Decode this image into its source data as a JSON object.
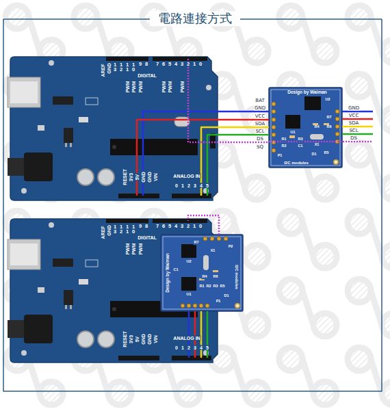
{
  "diagram": {
    "title": "電路連接方式",
    "nodes": [
      {
        "text": [
          "AREF",
          "GND",
          "13",
          "12",
          "11",
          "10",
          "9",
          "8",
          "7",
          "6",
          "5",
          "4",
          "3",
          "2",
          "1",
          "0",
          "DIGITAL",
          "PWM",
          "PWM",
          "PWM",
          "PWM",
          "PWM",
          "PWM",
          "RESET",
          "3V3",
          "5V",
          "GND",
          "GND",
          "VIN",
          "ANALOG IN",
          "0",
          "1",
          "2",
          "3",
          "4",
          "5"
        ]
      },
      {
        "text": [
          "Design by Waiman",
          "BAT",
          "GND",
          "VCC",
          "SDA",
          "SCL",
          "DS",
          "SQ",
          "GND",
          "VCC",
          "SDA",
          "SCL",
          "DS",
          "I2C modules",
          "U2",
          "U1",
          "R1",
          "R2",
          "R3",
          "R4",
          "R5",
          "R6",
          "R7",
          "C1",
          "X1",
          "D1",
          "P1"
        ]
      },
      {
        "text": [
          "AREF",
          "GND",
          "13",
          "12",
          "11",
          "10",
          "9",
          "8",
          "7",
          "6",
          "5",
          "4",
          "3",
          "2",
          "1",
          "0",
          "DIGITAL",
          "PWM",
          "PWM",
          "PWM",
          "RESET",
          "3V3",
          "5V",
          "GND",
          "GND",
          "VIN",
          "ANALOG IN",
          "0",
          "1",
          "2",
          "3",
          "4",
          "5"
        ]
      },
      {
        "text": [
          "Design by Waiman",
          "I2C modules",
          "U2",
          "U1",
          "X1",
          "R7",
          "R4",
          "R6",
          "R1",
          "R2",
          "R3",
          "R5",
          "C1",
          "D1",
          "P1",
          "P2"
        ],
        "in": 2
      }
    ],
    "edges": [
      {
        "from": 0,
        "to": 1,
        "arrow": "none"
      },
      {
        "from": 0,
        "to": 1,
        "arrow": "none"
      },
      {
        "from": 0,
        "to": 1,
        "arrow": "none"
      },
      {
        "from": 0,
        "to": 1,
        "arrow": "none"
      },
      {
        "from": 0,
        "to": 1,
        "arrow": "none"
      },
      {
        "from": 3,
        "to": 2,
        "arrow": "none"
      },
      {
        "from": 3,
        "to": 2,
        "arrow": "none"
      },
      {
        "from": 3,
        "to": 2,
        "arrow": "none"
      },
      {
        "from": 3,
        "to": 2,
        "arrow": "none"
      },
      {
        "from": 3,
        "to": 2,
        "arrow": "none"
      }
    ]
  }
}
